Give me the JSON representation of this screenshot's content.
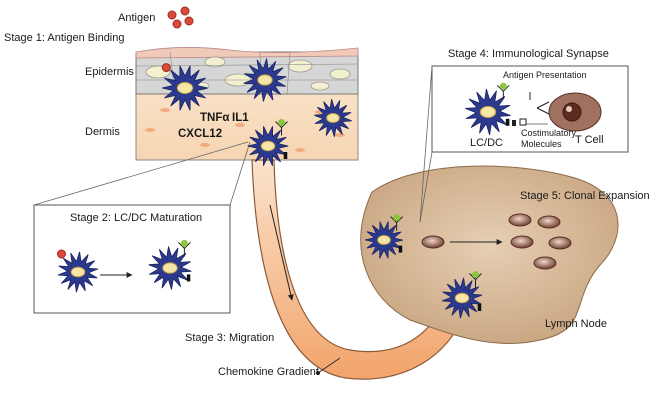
{
  "labels": {
    "antigen": "Antigen",
    "stage1": "Stage 1: Antigen Binding",
    "epidermis": "Epidermis",
    "dermis": "Dermis",
    "tnf": "TNFα",
    "il1": "IL1",
    "cxcl12": "CXCL12",
    "stage2": "Stage 2: LC/DC Maturation",
    "stage3": "Stage 3: Migration",
    "chemokine": "Chemokine Gradient",
    "stage4": "Stage 4: Immunological Synapse",
    "antigen_presentation": "Antigen Presentation",
    "lcdc": "LC/DC",
    "costim_line1": "Costimulatory",
    "costim_line2": "Molecules",
    "tcell": "T Cell",
    "stage5": "Stage 5: Clonal Expansion",
    "lymph_node": "Lymph Node"
  },
  "colors": {
    "dc_body": "#2b3a8f",
    "dc_core": "#f5e6a8",
    "antigen": "#d94a3a",
    "mhc": "#8cc63f",
    "epidermis": "#d8d8d8",
    "dermis": "#f7dcc0",
    "vessel": "#f3b07a",
    "lymph_node": "#d9bc9b",
    "tcell": "#8b5a4a"
  }
}
